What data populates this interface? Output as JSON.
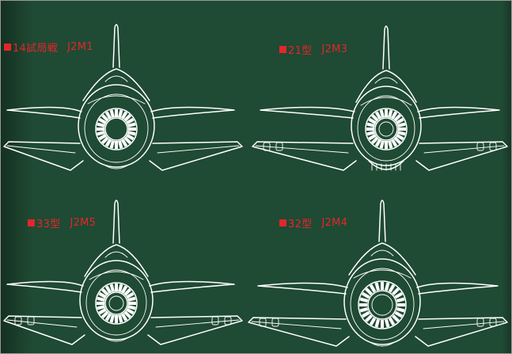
{
  "panels": [
    {
      "variant": "14試局戦",
      "model": "J2M1",
      "accent": "#e4262b",
      "features": {
        "spinner": false,
        "chin_intake": false,
        "wing_guns": false
      }
    },
    {
      "variant": "21型",
      "model": "J2M3",
      "accent": "#e4262b",
      "features": {
        "spinner": true,
        "chin_intake": true,
        "wing_guns": true
      }
    },
    {
      "variant": "33型",
      "model": "J2M5",
      "accent": "#e4262b",
      "features": {
        "spinner": true,
        "chin_intake": false,
        "wing_guns": true
      }
    },
    {
      "variant": "32型",
      "model": "J2M4",
      "accent": "#e4262b",
      "features": {
        "spinner": true,
        "chin_intake": false,
        "wing_guns": true
      }
    }
  ],
  "colors": {
    "board": "#1f4a33",
    "line": "#ffffff",
    "caption": "#e4262b"
  }
}
